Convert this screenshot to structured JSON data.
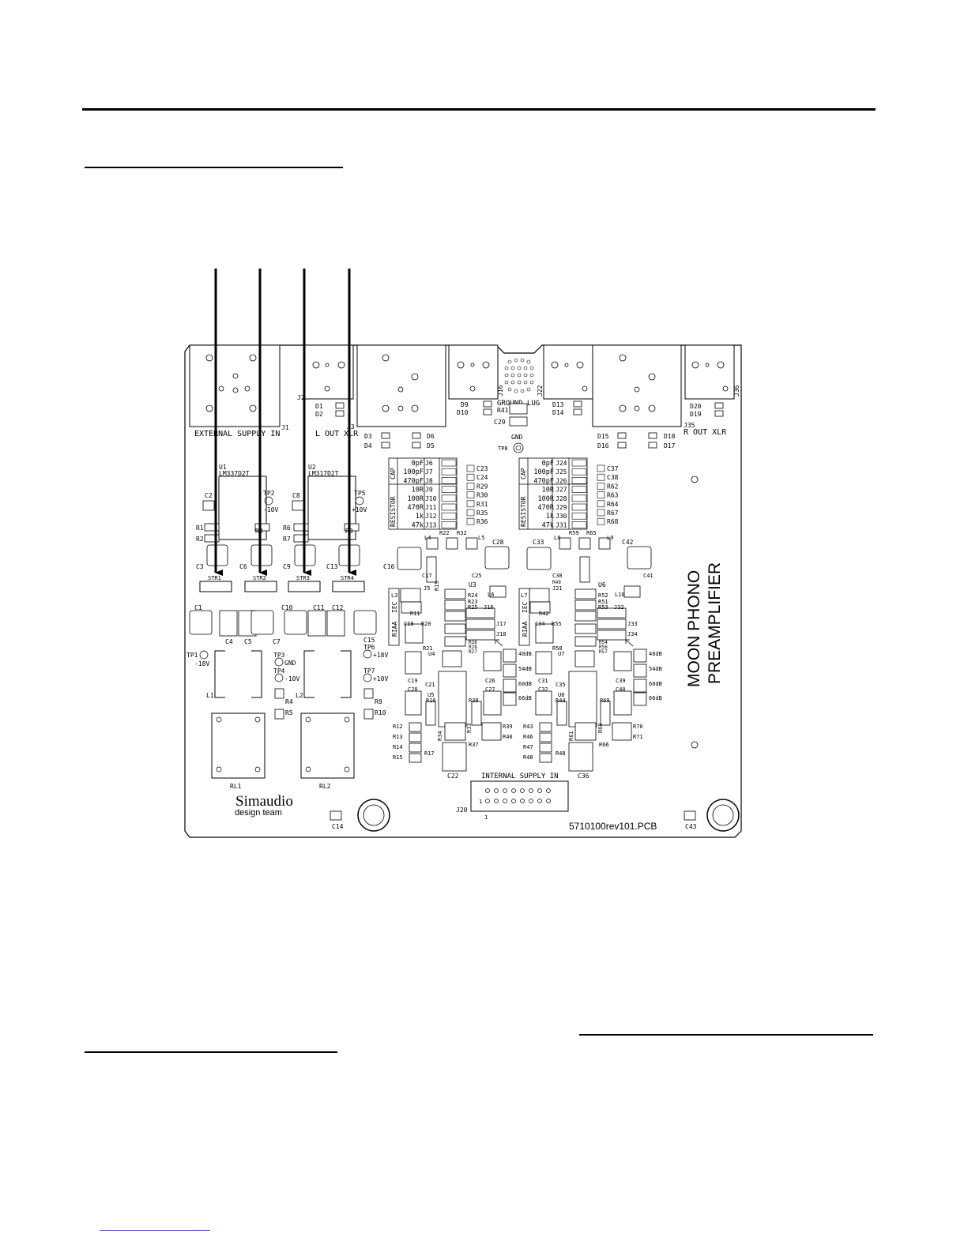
{
  "board": {
    "connectors": {
      "ext_supply": "EXTERNAL SUPPLY IN",
      "j1": "J1",
      "j2": "J2",
      "j3": "J3",
      "l_out": "L OUT XLR",
      "j16": "J16",
      "ground_lug": "GROUND LUG",
      "j22": "J22",
      "j35": "J35",
      "r_out": "R OUT XLR",
      "j36": "J36",
      "internal_supply": "INTERNAL SUPPLY IN",
      "j20": "J20",
      "j20_pin": "1",
      "j20_pin_b": "1"
    },
    "regulators": {
      "u1": "U1",
      "u1_part": "LM337D2T",
      "u2": "U2",
      "u2_part": "LM317D2T"
    },
    "test_points": {
      "tp1": "TP1",
      "tp1_v": "-18V",
      "tp2": "TP2",
      "tp2_v": "-10V",
      "tp3": "TP3",
      "tp3_v": "GND",
      "tp4": "TP4",
      "tp4_v": "-10V",
      "tp5": "TP5",
      "tp5_v": "+10V",
      "tp6": "TP6",
      "tp6_v": "+18V",
      "tp7": "TP7",
      "tp7_v": "+10V",
      "tp8": "TP8",
      "gnd": "GND"
    },
    "straps": [
      "STR1",
      "STR2",
      "STR3",
      "STR4"
    ],
    "cap_table": {
      "side_label_cap": "CAP",
      "side_label_res": "RESISTOR",
      "values": [
        "0pF",
        "100pF",
        "470pF",
        "10R",
        "100R",
        "470R",
        "1k",
        "47k"
      ],
      "left_jumpers": [
        "J6",
        "J7",
        "J8",
        "J9",
        "J10",
        "J11",
        "J12",
        "J13"
      ],
      "left_parts": [
        "C23",
        "C24",
        "R29",
        "R30",
        "R31",
        "R35",
        "R36"
      ],
      "right_jumpers": [
        "J24",
        "J25",
        "J26",
        "J27",
        "J28",
        "J29",
        "J30",
        "J31"
      ],
      "right_parts": [
        "C37",
        "C38",
        "R62",
        "R63",
        "R64",
        "R67",
        "R68"
      ]
    },
    "gain": [
      "40dB",
      "54dB",
      "60dB",
      "66dB"
    ],
    "riaa": "RIAA",
    "iec": "IEC",
    "relays": [
      "RL1",
      "RL2"
    ],
    "brand": "Simaudio",
    "brand_sub": "design team",
    "title_line1": "MOON PHONO",
    "title_line2": "PREAMPLIFIER",
    "pcb_name": "5710100rev101.PCB",
    "diodes": {
      "d1": "D1",
      "d2": "D2",
      "d3": "D3",
      "d4": "D4",
      "d5": "D5",
      "d6": "D6",
      "d9": "D9",
      "d10": "D10",
      "d13": "D13",
      "d14": "D14",
      "d15": "D15",
      "d16": "D16",
      "d17": "D17",
      "d18": "D18",
      "d19": "D19",
      "d20": "D20"
    },
    "refs": {
      "C1": "C1",
      "C2": "C2",
      "C3": "C3",
      "C4": "C4",
      "C5": "C5",
      "C6": "C6",
      "C7": "C7",
      "C8": "C8",
      "C9": "C9",
      "C10": "C10",
      "C11": "C11",
      "C12": "C12",
      "C13": "C13",
      "C14": "C14",
      "C15": "C15",
      "C16": "C16",
      "C17": "C17",
      "C18": "C18",
      "C19": "C19",
      "C20": "C20",
      "C21": "C21",
      "C22": "C22",
      "C25": "C25",
      "C26": "C26",
      "C27": "C27",
      "C28": "C28",
      "C29": "C29",
      "C30": "C30",
      "C31": "C31",
      "C32": "C32",
      "C33": "C33",
      "C34": "C34",
      "C35": "C35",
      "C36": "C36",
      "C39": "C39",
      "C40": "C40",
      "C41": "C41",
      "C42": "C42",
      "C43": "C43",
      "R1": "R1",
      "R2": "R2",
      "R3": "R3",
      "R4": "R4",
      "R5": "R5",
      "R6": "R6",
      "R7": "R7",
      "R8": "R8",
      "R9": "R9",
      "R10": "R10",
      "R11": "R11",
      "R12": "R12",
      "R13": "R13",
      "R14": "R14",
      "R15": "R15",
      "R16": "R16",
      "R17": "R17",
      "R19": "R19",
      "R20": "R20",
      "R21": "R21",
      "R22": "R22",
      "R23": "R23",
      "R24": "R24",
      "R25": "R25",
      "R26": "R26",
      "R27": "R27",
      "R28": "R28",
      "R32": "R32",
      "R33": "R33",
      "R34": "R34",
      "R37": "R37",
      "R38": "R38",
      "R39": "R39",
      "R40": "R40",
      "R41": "R41",
      "R42": "R42",
      "R43": "R43",
      "R44": "R44",
      "R46": "R46",
      "R47": "R47",
      "R48": "R48",
      "R49": "R49",
      "R51": "R51",
      "R52": "R52",
      "R53": "R53",
      "R54": "R54",
      "R55": "R55",
      "R56": "R56",
      "R57": "R57",
      "R58": "R58",
      "R59": "R59",
      "R60": "R60",
      "R61": "R61",
      "R65": "R65",
      "R66": "R66",
      "R69": "R69",
      "R70": "R70",
      "R71": "R71",
      "L1": "L1",
      "L2": "L2",
      "L3": "L3",
      "L4": "L4",
      "L5": "L5",
      "L6": "L6",
      "L7": "L7",
      "L8": "L8",
      "L9": "L9",
      "L10": "L10",
      "U3": "U3",
      "U4": "U4",
      "U5": "U5",
      "U6": "U6",
      "U7": "U7",
      "U8": "U8",
      "J5": "J5",
      "J17": "J17",
      "J18": "J18",
      "J21": "J21",
      "J32": "J32",
      "J33": "J33",
      "J34": "J34"
    }
  }
}
